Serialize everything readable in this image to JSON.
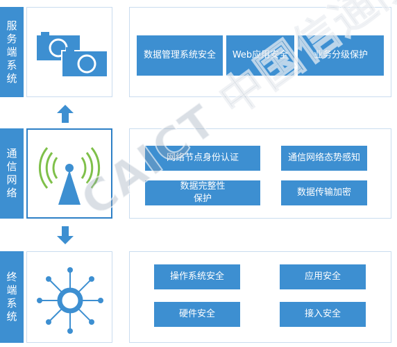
{
  "rows": [
    {
      "label": "服务端系统",
      "icon": "camera-icon",
      "tiles": [
        "数据管理系统安全",
        "Web应用安全",
        "业务分级保护"
      ]
    },
    {
      "label": "通信网络",
      "icon": "antenna-icon",
      "tiles": [
        "网络节点身份认证",
        "通信网络态势感知",
        "数据完整性\n保护",
        "数据传输加密"
      ]
    },
    {
      "label": "终端系统",
      "icon": "hub-node-icon",
      "tiles": [
        "操作系统安全",
        "应用安全",
        "硬件安全",
        "接入安全"
      ]
    }
  ],
  "watermark": "CAICT 中国信通院",
  "colors": {
    "accent": "#3d8fd1",
    "border": "#c9dcef",
    "icon": "#3d8fd1",
    "antenna_green": "#7fc04a"
  }
}
